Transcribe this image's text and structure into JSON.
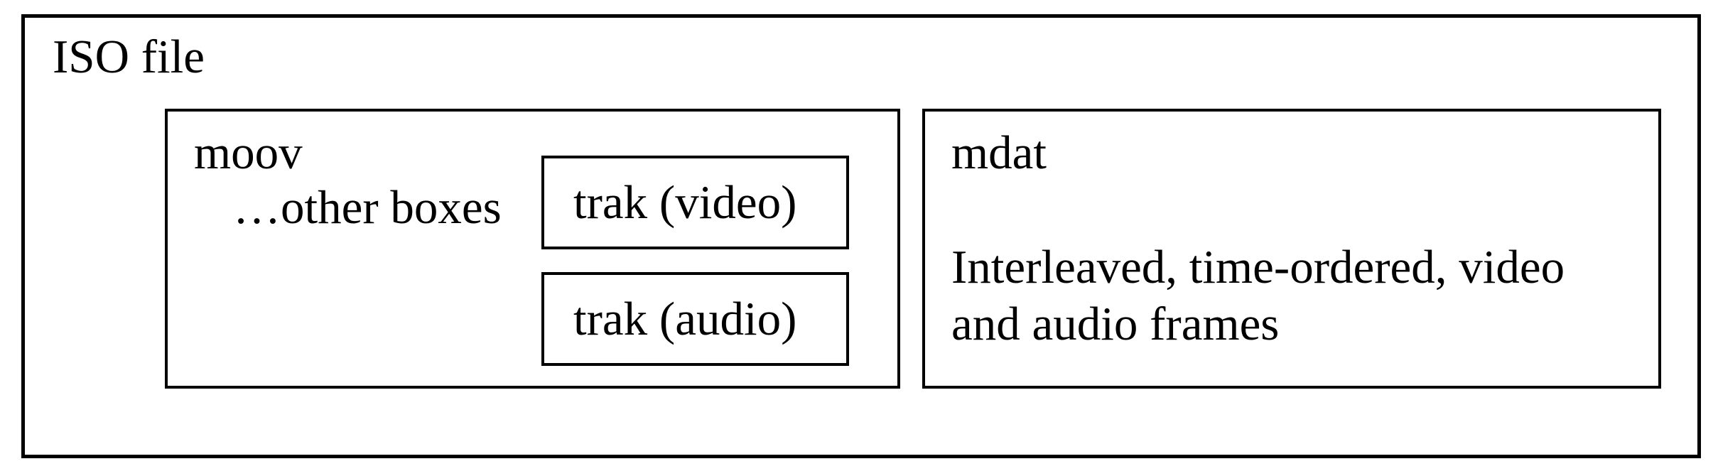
{
  "colors": {
    "background": "#ffffff",
    "line": "#000000",
    "text": "#000000"
  },
  "diagram": {
    "iso_label": "ISO file",
    "moov": {
      "label": "moov",
      "note": "…other boxes",
      "trak_video_label": "trak (video)",
      "trak_audio_label": "trak (audio)"
    },
    "mdat": {
      "label": "mdat",
      "description": "Interleaved, time-ordered, video and audio frames"
    }
  }
}
